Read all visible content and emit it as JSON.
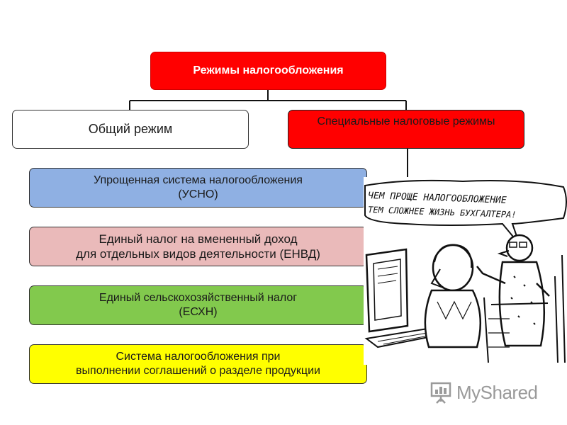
{
  "diagram": {
    "root": {
      "label": "Режимы налогообложения"
    },
    "general": {
      "label": "Общий режим"
    },
    "special": {
      "label": "Специальные налоговые режимы"
    },
    "regimes": [
      {
        "line1": "Упрощенная система налогообложения",
        "line2": "(УСНО)"
      },
      {
        "line1": "Единый налог на вмененный доход",
        "line2": "для отдельных видов деятельности (ЕНВД)"
      },
      {
        "line1": "Единый сельскохозяйственный налог",
        "line2": "(ЕСХН)"
      },
      {
        "line1": "Система налогообложения при",
        "line2": "выполнении соглашений о разделе продукции"
      }
    ]
  },
  "cartoon": {
    "caption_line1": "ЧЕМ ПРОЩЕ НАЛОГООБЛОЖЕНИЕ",
    "caption_line2": "ТЕМ СЛОЖНЕЕ ЖИЗНЬ БУХГАЛТЕРА!"
  },
  "watermark": {
    "text": "MyShared",
    "icon": "presentation-board-icon"
  }
}
